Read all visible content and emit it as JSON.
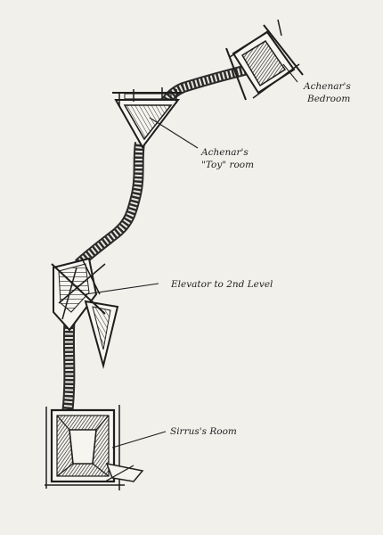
{
  "diagram": {
    "labels": {
      "achenar_bedroom": [
        "Achenar's",
        "Bedroom"
      ],
      "toy_room": [
        "Achenar's",
        "\"Toy\" room"
      ],
      "elevator": "Elevator to 2nd Level",
      "sirrus_room": "Sirrus's Room"
    }
  },
  "style": {
    "ink": "#1e1e1e",
    "paper": "#f1f0eb"
  }
}
